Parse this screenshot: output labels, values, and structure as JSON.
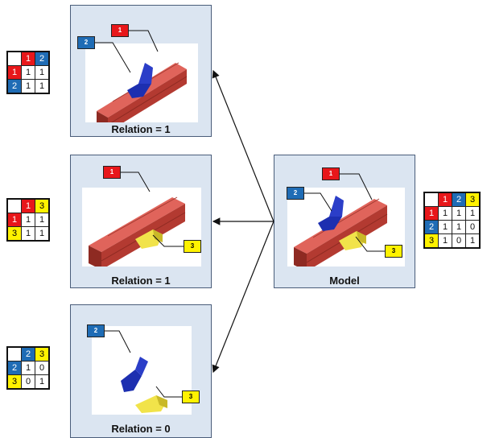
{
  "panels": {
    "top": {
      "caption": "Relation = 1",
      "tags": [
        "1",
        "2"
      ]
    },
    "middle": {
      "caption": "Relation = 1",
      "tags": [
        "1",
        "3"
      ]
    },
    "bottom": {
      "caption": "Relation = 0",
      "tags": [
        "2",
        "3"
      ]
    },
    "model": {
      "caption": "Model",
      "tags": [
        "1",
        "2",
        "3"
      ]
    }
  },
  "matrices": {
    "top": {
      "headers": [
        "1",
        "2"
      ],
      "rows": [
        [
          "1",
          "1",
          "1"
        ],
        [
          "2",
          "1",
          "1"
        ]
      ]
    },
    "middle": {
      "headers": [
        "1",
        "3"
      ],
      "rows": [
        [
          "1",
          "1",
          "1"
        ],
        [
          "3",
          "1",
          "1"
        ]
      ]
    },
    "bottom": {
      "headers": [
        "2",
        "3"
      ],
      "rows": [
        [
          "2",
          "1",
          "0"
        ],
        [
          "3",
          "0",
          "1"
        ]
      ]
    },
    "model": {
      "headers": [
        "1",
        "2",
        "3"
      ],
      "rows": [
        [
          "1",
          "1",
          "1",
          "1"
        ],
        [
          "2",
          "1",
          "1",
          "0"
        ],
        [
          "3",
          "1",
          "0",
          "1"
        ]
      ]
    }
  },
  "colors": {
    "part1": "#e8171a",
    "part2": "#1f6cb5",
    "part3": "#fff200",
    "panel": "#dbe5f1",
    "beam": "#d9534a"
  }
}
